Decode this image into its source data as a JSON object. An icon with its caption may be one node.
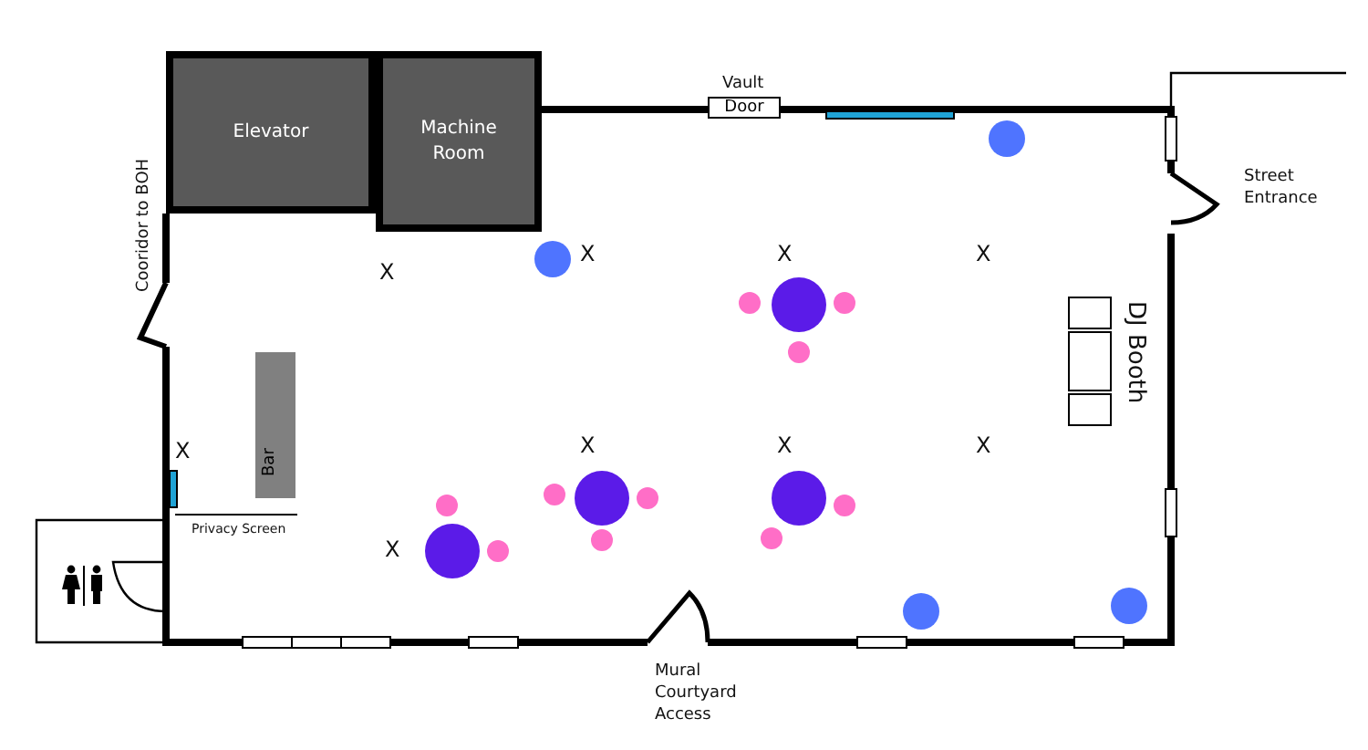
{
  "diagram": {
    "nodes": [
      {
        "text": [
          "Elevator"
        ]
      },
      {
        "text": [
          "Machine Room"
        ]
      },
      {
        "text": [
          "Vault",
          "Door"
        ]
      },
      {
        "text": [
          "Bar"
        ]
      }
    ],
    "labels": [
      "Cooridor to BOH",
      "X",
      "X",
      "X",
      "X",
      "Street Entrance",
      "DJ Booth",
      "X",
      "X",
      "X",
      "X",
      "Privacy Screen",
      "X",
      "Mural Courtyard Access"
    ]
  }
}
